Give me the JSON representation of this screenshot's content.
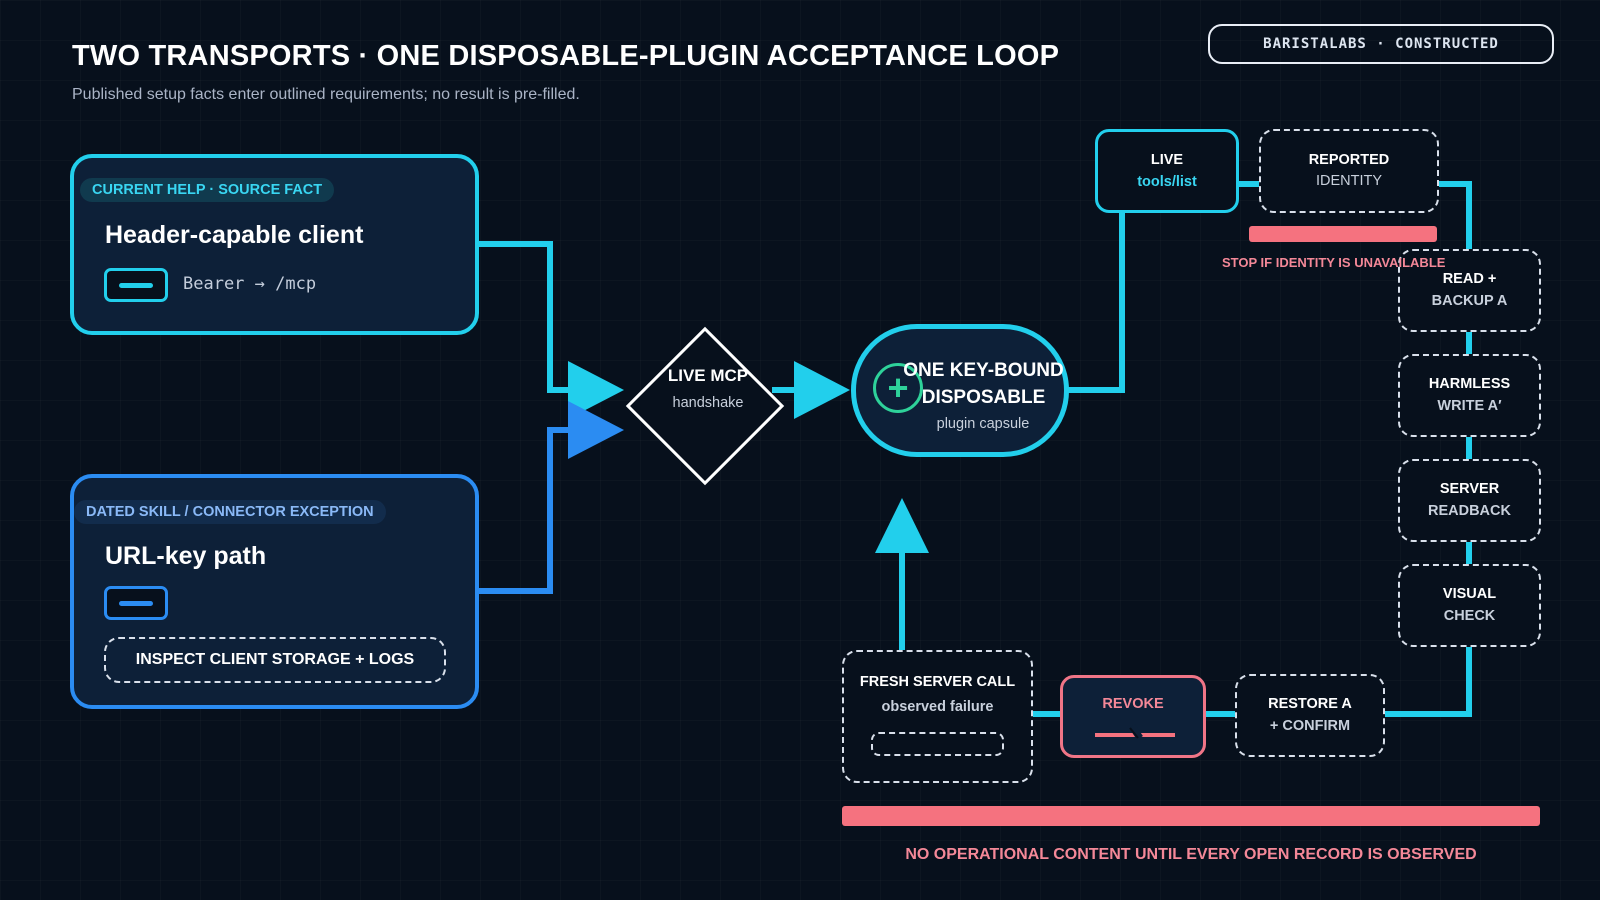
{
  "header": {
    "title": "TWO TRANSPORTS · ONE DISPOSABLE-PLUGIN ACCEPTANCE LOOP",
    "subtitle": "Published setup facts enter outlined requirements; no result is pre-filled.",
    "tag": "BARISTALABS · CONSTRUCTED"
  },
  "colors": {
    "background": "#07101c",
    "cyan": "#22cfec",
    "blue": "#2b8cf2",
    "red": "#f5727f",
    "green": "#2ed29a"
  },
  "sources": [
    {
      "pill": "CURRENT HELP · SOURCE FACT",
      "title": "Header-capable client",
      "detail": "Bearer → /mcp"
    },
    {
      "pill": "DATED SKILL / CONNECTOR EXCEPTION",
      "title": "URL-key path",
      "note": "INSPECT CLIENT STORAGE + LOGS"
    }
  ],
  "handshake": {
    "title": "LIVE MCP",
    "subtitle": "handshake"
  },
  "capsule": {
    "title_line1": "ONE KEY-BOUND",
    "title_line2": "DISPOSABLE",
    "subtitle": "plugin capsule",
    "icon": "plus-icon"
  },
  "verify": {
    "live": {
      "title": "LIVE",
      "subtitle": "tools/list"
    },
    "reported": {
      "line1": "REPORTED",
      "line2": "IDENTITY"
    },
    "stop_warning": "STOP IF IDENTITY IS UNAVAILABLE"
  },
  "steps": [
    {
      "line1": "READ +",
      "line2": "BACKUP A"
    },
    {
      "line1": "HARMLESS",
      "line2": "WRITE A′"
    },
    {
      "line1": "SERVER",
      "line2": "READBACK"
    },
    {
      "line1": "VISUAL",
      "line2": "CHECK"
    }
  ],
  "cleanup": {
    "restore": {
      "line1": "RESTORE A",
      "line2": "+ CONFIRM"
    },
    "revoke": "REVOKE",
    "fresh": {
      "title": "FRESH SERVER CALL",
      "subtitle": "observed failure"
    }
  },
  "footer_warning": "NO OPERATIONAL CONTENT UNTIL EVERY OPEN RECORD IS OBSERVED"
}
